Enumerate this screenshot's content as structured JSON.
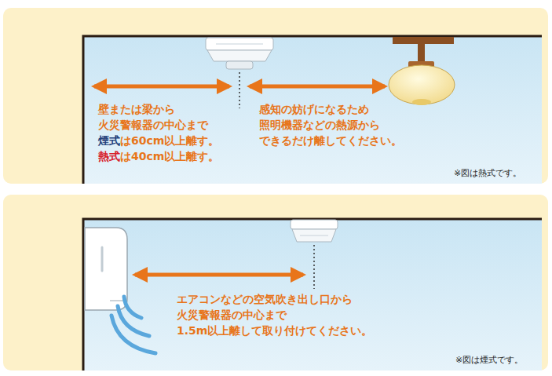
{
  "diagram": {
    "labels": [
      "壁または梁から",
      "火災警報器の中心まで",
      "煙式",
      "は60cm以上離す。",
      "熱式",
      "は40cm以上離す。",
      "感知の妨げになるため",
      "照明機器などの熱源から",
      "できるだけ離してください。",
      "※図は熱式です。",
      "エアコンなどの空気吹き出し口から",
      "火災警報器の中心まで",
      "1.5m以上離して取り付けてください。",
      "※図は煙式です。"
    ]
  }
}
